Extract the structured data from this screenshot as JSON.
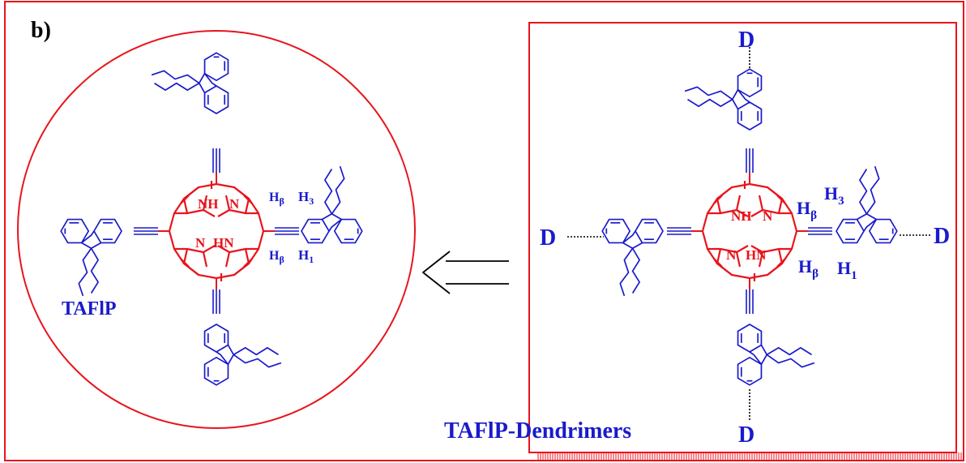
{
  "panel_label": "b)",
  "left": {
    "name": "TAFlP",
    "atoms": {
      "nh1": "NH",
      "n1": "N",
      "n2": "N",
      "hn": "HN"
    },
    "h_beta": "H",
    "h_beta_sub": "β",
    "h3": "H",
    "h3_sub": "3",
    "h1": "H",
    "h1_sub": "1"
  },
  "right": {
    "name": "TAFlP-Dendrimers",
    "d": "D",
    "atoms": {
      "nh1": "NH",
      "n1": "N",
      "n2": "N",
      "hn": "HN"
    },
    "h_beta": "H",
    "h_beta_sub": "β",
    "h3": "H",
    "h3_sub": "3",
    "h1": "H",
    "h1_sub": "1"
  },
  "colors": {
    "frame": "#e8141c",
    "substituent": "#1a1acc",
    "core": "#e8141c",
    "arrow": "#000000"
  }
}
